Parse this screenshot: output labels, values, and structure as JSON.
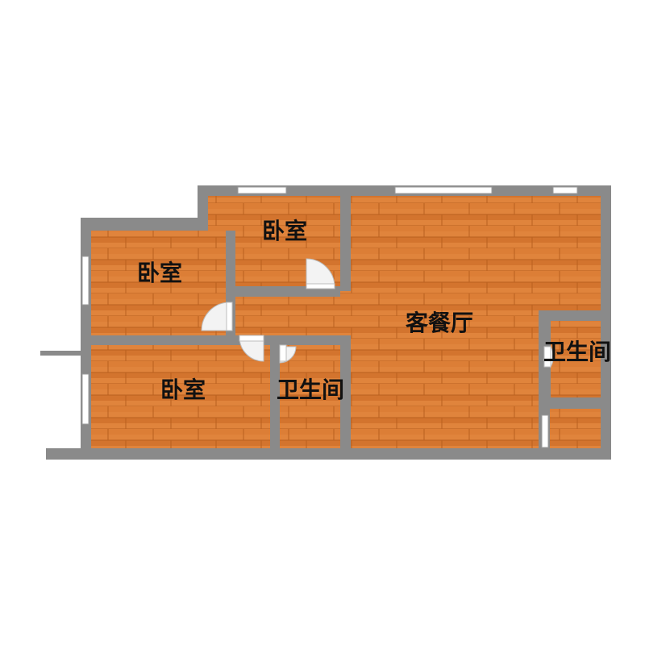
{
  "rooms": {
    "bedroom_top": {
      "label": "卧室"
    },
    "bedroom_left": {
      "label": "卧室"
    },
    "bedroom_bottom": {
      "label": "卧室"
    },
    "living_dining": {
      "label": "客餐厅"
    },
    "bathroom_center": {
      "label": "卫生间"
    },
    "bathroom_right": {
      "label": "卫生间"
    }
  },
  "colors": {
    "wall": "#8a8a8a",
    "floor_a": "#e0843c",
    "floor_b": "#cf6f2a",
    "floor_line": "#b3581d",
    "window": "#ffffff"
  }
}
